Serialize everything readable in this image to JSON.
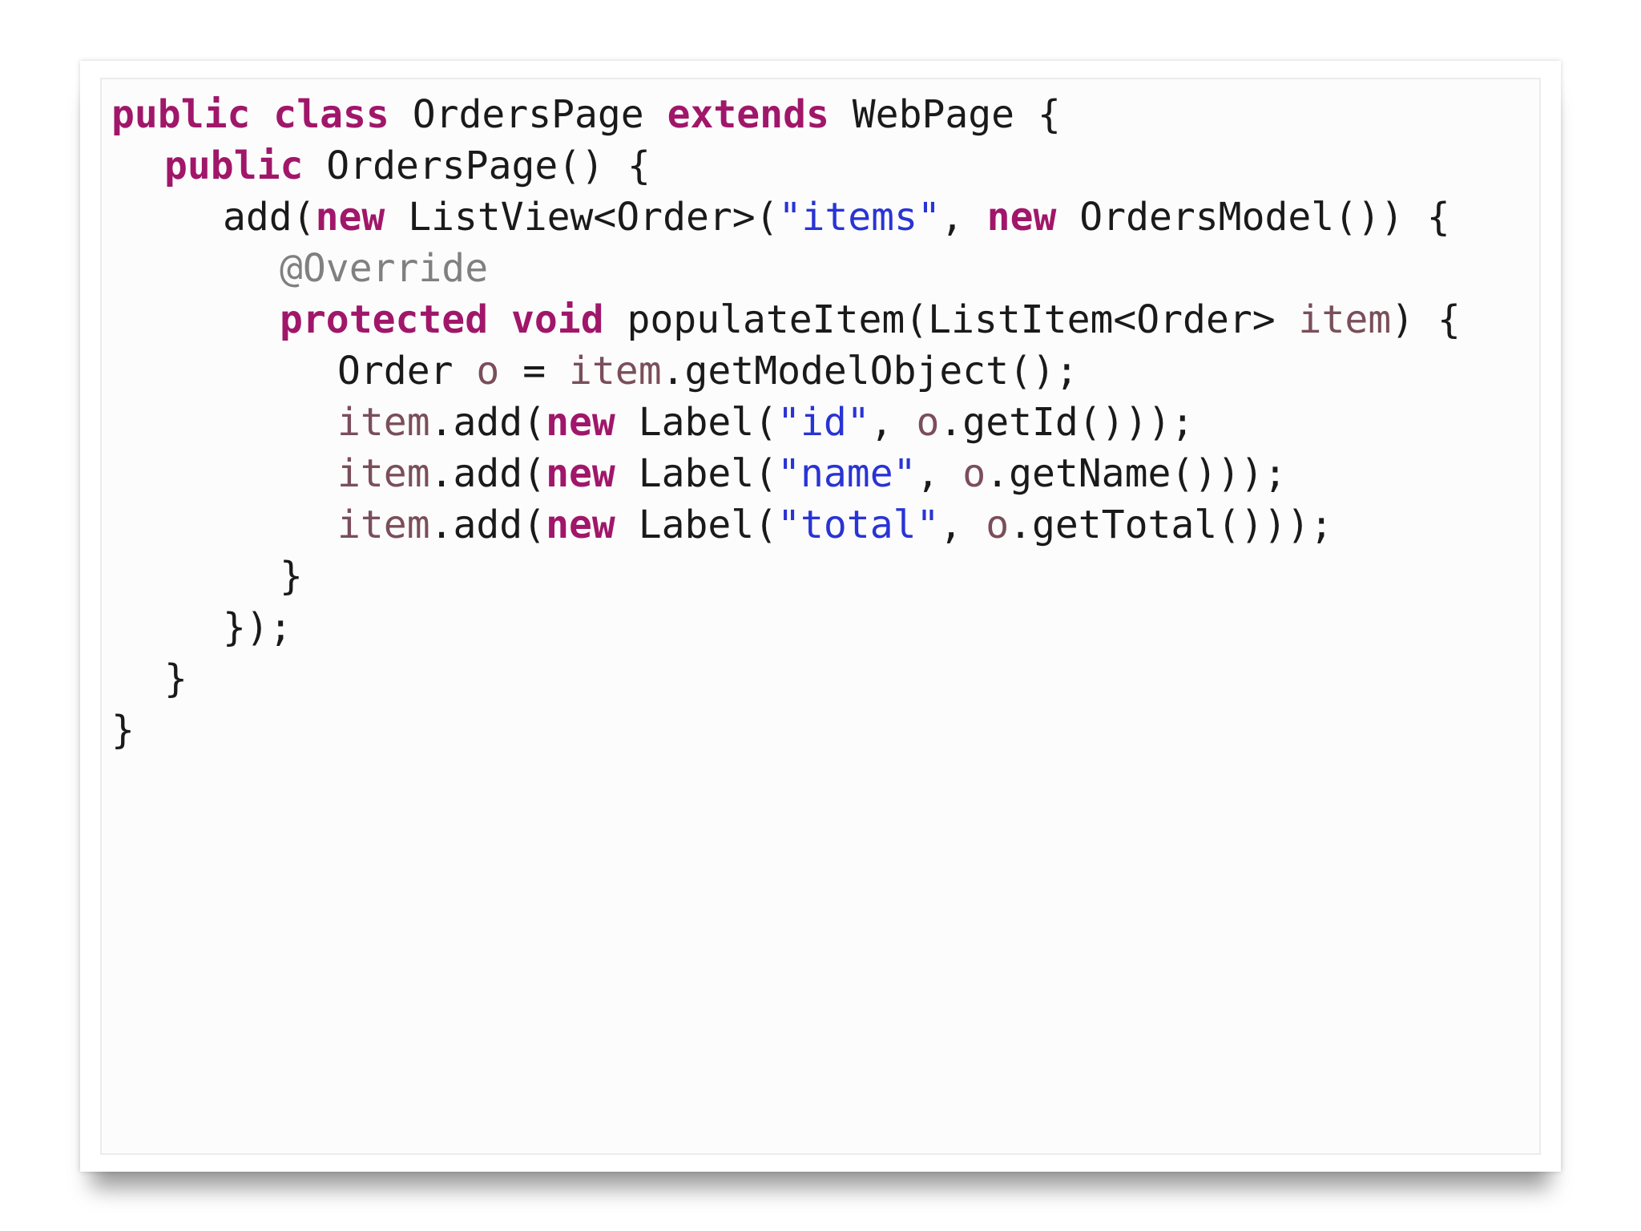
{
  "colors": {
    "keyword": "#a0176a",
    "plain": "#1a1a1a",
    "string": "#2934d4",
    "variable": "#7a4e5a",
    "annotation": "#808080",
    "background": "#fdfcfd"
  },
  "code": {
    "language": "java",
    "lines": [
      {
        "indent": 0,
        "tokens": [
          {
            "t": "public",
            "k": "keyword"
          },
          {
            "t": " ",
            "k": "plain"
          },
          {
            "t": "class",
            "k": "keyword"
          },
          {
            "t": " OrdersPage ",
            "k": "plain"
          },
          {
            "t": "extends",
            "k": "keyword"
          },
          {
            "t": " WebPage {",
            "k": "plain"
          }
        ]
      },
      {
        "indent": 1,
        "tokens": [
          {
            "t": "public",
            "k": "keyword"
          },
          {
            "t": " OrdersPage() {",
            "k": "plain"
          }
        ]
      },
      {
        "indent": 2,
        "tokens": [
          {
            "t": "add(",
            "k": "plain"
          },
          {
            "t": "new",
            "k": "keyword"
          },
          {
            "t": " ListView<Order>(",
            "k": "plain"
          },
          {
            "t": "\"items\"",
            "k": "string"
          },
          {
            "t": ", ",
            "k": "plain"
          },
          {
            "t": "new",
            "k": "keyword"
          },
          {
            "t": " OrdersModel()) {",
            "k": "plain"
          }
        ]
      },
      {
        "indent": 3,
        "tokens": [
          {
            "t": "@Override",
            "k": "annotation"
          }
        ]
      },
      {
        "indent": 3,
        "tokens": [
          {
            "t": "protected",
            "k": "keyword"
          },
          {
            "t": " ",
            "k": "plain"
          },
          {
            "t": "void",
            "k": "keyword"
          },
          {
            "t": " populateItem(ListItem<Order> ",
            "k": "plain"
          },
          {
            "t": "item",
            "k": "var"
          },
          {
            "t": ") {",
            "k": "plain"
          }
        ]
      },
      {
        "indent": 4,
        "tokens": [
          {
            "t": "Order ",
            "k": "plain"
          },
          {
            "t": "o",
            "k": "var"
          },
          {
            "t": " = ",
            "k": "plain"
          },
          {
            "t": "item",
            "k": "var"
          },
          {
            "t": ".getModelObject();",
            "k": "plain"
          }
        ]
      },
      {
        "indent": 4,
        "tokens": [
          {
            "t": "item",
            "k": "var"
          },
          {
            "t": ".add(",
            "k": "plain"
          },
          {
            "t": "new",
            "k": "keyword"
          },
          {
            "t": " Label(",
            "k": "plain"
          },
          {
            "t": "\"id\"",
            "k": "string"
          },
          {
            "t": ", ",
            "k": "plain"
          },
          {
            "t": "o",
            "k": "var"
          },
          {
            "t": ".getId()));",
            "k": "plain"
          }
        ]
      },
      {
        "indent": 4,
        "tokens": [
          {
            "t": "item",
            "k": "var"
          },
          {
            "t": ".add(",
            "k": "plain"
          },
          {
            "t": "new",
            "k": "keyword"
          },
          {
            "t": " Label(",
            "k": "plain"
          },
          {
            "t": "\"name\"",
            "k": "string"
          },
          {
            "t": ", ",
            "k": "plain"
          },
          {
            "t": "o",
            "k": "var"
          },
          {
            "t": ".getName()));",
            "k": "plain"
          }
        ]
      },
      {
        "indent": 4,
        "tokens": [
          {
            "t": "item",
            "k": "var"
          },
          {
            "t": ".add(",
            "k": "plain"
          },
          {
            "t": "new",
            "k": "keyword"
          },
          {
            "t": " Label(",
            "k": "plain"
          },
          {
            "t": "\"total\"",
            "k": "string"
          },
          {
            "t": ", ",
            "k": "plain"
          },
          {
            "t": "o",
            "k": "var"
          },
          {
            "t": ".getTotal()));",
            "k": "plain"
          }
        ]
      },
      {
        "indent": 3,
        "tokens": [
          {
            "t": "}",
            "k": "plain"
          }
        ]
      },
      {
        "indent": 2,
        "tokens": [
          {
            "t": "});",
            "k": "plain"
          }
        ]
      },
      {
        "indent": 1,
        "tokens": [
          {
            "t": "}",
            "k": "plain"
          }
        ]
      },
      {
        "indent": 0,
        "tokens": [
          {
            "t": "}",
            "k": "plain"
          }
        ]
      }
    ]
  }
}
